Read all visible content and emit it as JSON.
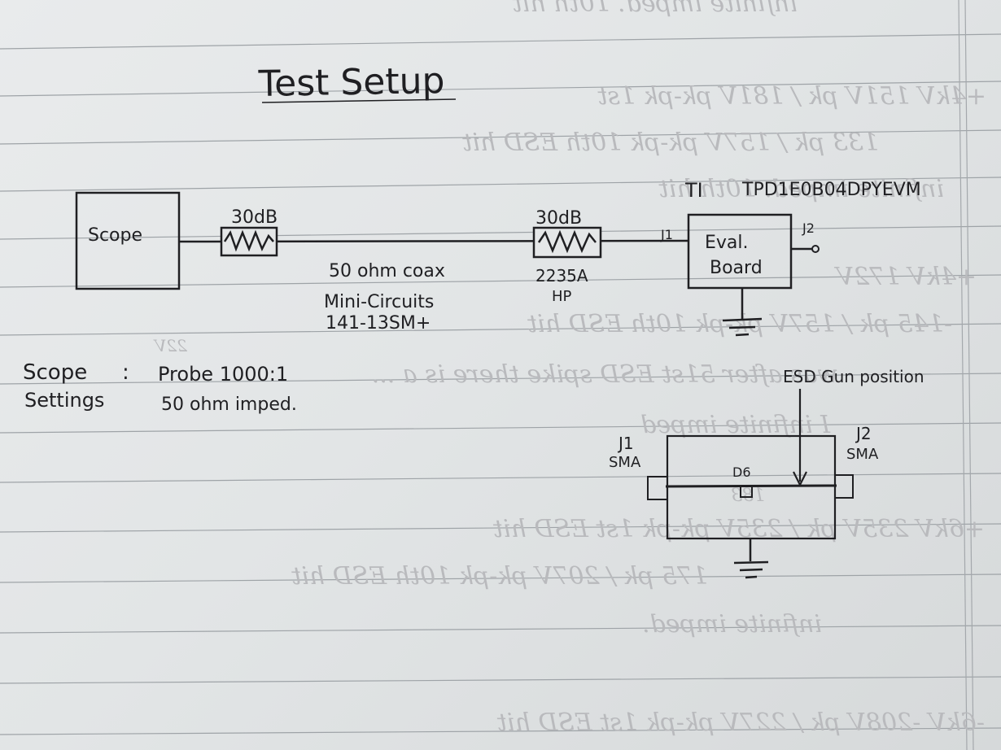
{
  "title": "Test Setup",
  "device_label": "TI",
  "evm_part": "TPD1E0B04DPYEVM",
  "scope_label": "Scope",
  "attenuator_left": {
    "value": "30dB"
  },
  "attenuator_right": {
    "value": "30dB",
    "model": "2235A",
    "maker": "HP"
  },
  "coax": {
    "line1": "50 ohm coax",
    "line2": "Mini-Circuits",
    "line3": "141-13SM+"
  },
  "eval_board": {
    "line1": "Eval.",
    "line2": "Board",
    "j1": "J1",
    "j2": "J2"
  },
  "scope_settings": {
    "label1": "Scope",
    "colon": ":",
    "label2": "Settings",
    "probe": "Probe 1000:1",
    "imped": "50 ohm imped."
  },
  "esd": {
    "gun_position": "ESD Gun position",
    "j1": "J1",
    "j1_type": "SMA",
    "j2": "J2",
    "j2_type": "SMA",
    "diode": "D6"
  },
  "ghost_text": {
    "top": "infinite imped. 10th hit",
    "row1": "+4kV   151V pk / 181V pk-pk   1st",
    "row2": "133 pk / 157V pk-pk   10th ESD hit",
    "row3": "infinite imped. 10th hit",
    "row4": "+4kV   172V",
    "row5": "-145 pk / 157V pk-pk   10th ESD hit",
    "row6": "22V",
    "row7": "was after 51st ESD spike there is a ...",
    "row8": "I infinite imped",
    "row9": "183",
    "row10": "+6kV   235V pk / 235V pk-pk   1st ESD hit",
    "row11": "175 pk / 207V pk-pk   10th ESD hit",
    "row12": "infinite imped.",
    "row13": "-6kV   -208V pk / 227V pk-pk   1st ESD hit"
  }
}
